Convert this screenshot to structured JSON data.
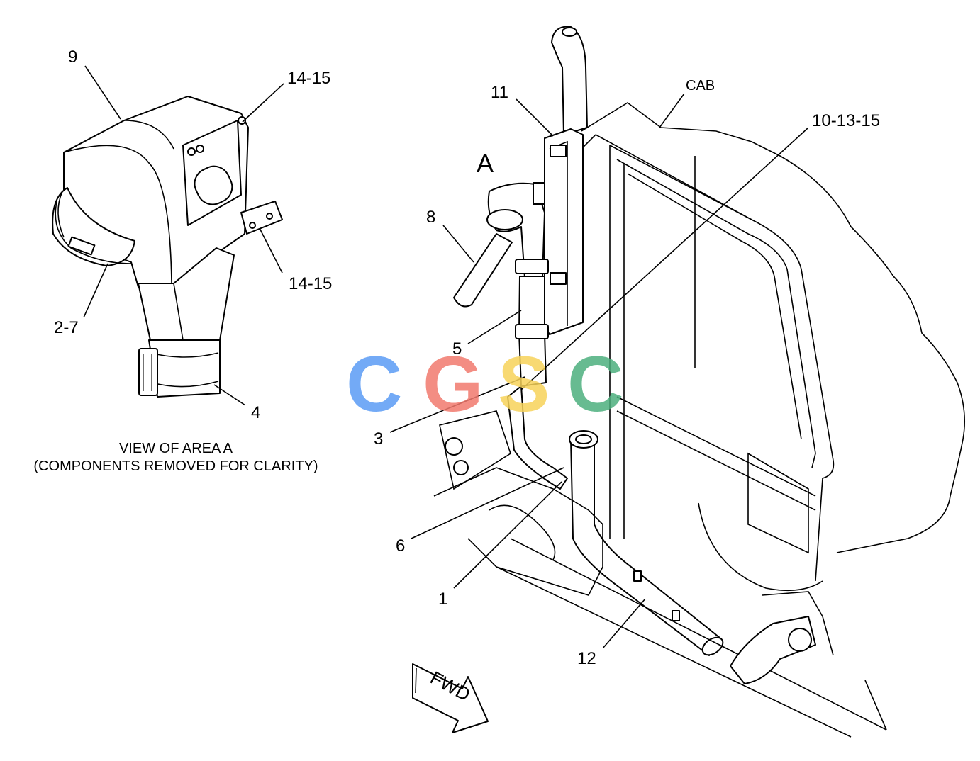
{
  "labels": {
    "l9": "9",
    "l1415a": "14-15",
    "l1415b": "14-15",
    "l27": "2-7",
    "l4": "4",
    "l11": "11",
    "lcab": "CAB",
    "l101315": "10-13-15",
    "lA": "A",
    "l8": "8",
    "l5": "5",
    "l3": "3",
    "l6": "6",
    "l1": "1",
    "l12": "12",
    "fwd": "FWD"
  },
  "caption": {
    "line1": "VIEW OF AREA  A",
    "line2": "(COMPONENTS REMOVED FOR CLARITY)"
  },
  "watermark": {
    "letters": [
      "C",
      "G",
      "S",
      "C"
    ],
    "colors": [
      "#5b9cf5",
      "#f27a6e",
      "#f7d35a",
      "#4db07e"
    ]
  }
}
